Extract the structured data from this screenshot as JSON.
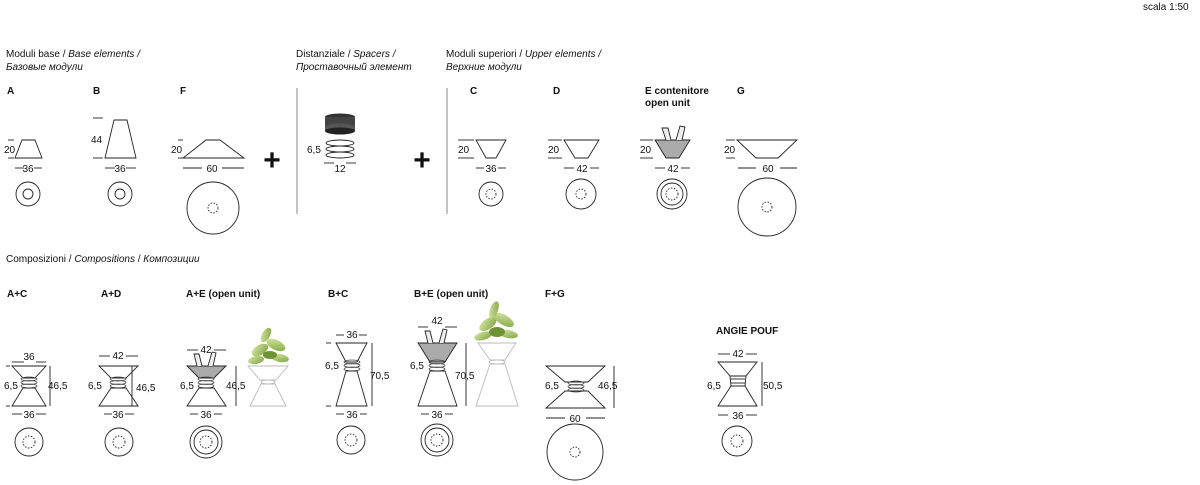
{
  "scale": "scala 1:50",
  "sections": {
    "base": {
      "prefix": "Moduli base / ",
      "en": "Base elements /",
      "ru": "Базовые модули"
    },
    "spacers": {
      "prefix": "Distanziale / ",
      "en": "Spacers /",
      "ru": "Проставочный элемент"
    },
    "upper": {
      "prefix": "Moduli superiori / ",
      "en": "Upper elements /",
      "ru": "Верхние модули"
    },
    "compositions": {
      "prefix": "Composizioni / ",
      "en": "Compositions",
      "mid": " / ",
      "ru": "Композиции"
    }
  },
  "base": [
    {
      "label": "A",
      "height": "20",
      "width": "36"
    },
    {
      "label": "B",
      "height": "44",
      "width": "36"
    },
    {
      "label": "F",
      "height": "20",
      "width": "60"
    }
  ],
  "spacer": {
    "height": "6,5",
    "width": "12"
  },
  "upper": [
    {
      "label": "C",
      "height": "20",
      "width": "36"
    },
    {
      "label": "D",
      "height": "20",
      "width": "42"
    },
    {
      "label": "E contenitore",
      "label2": "open unit",
      "height": "20",
      "width": "42"
    },
    {
      "label": "G",
      "height": "20",
      "width": "60"
    }
  ],
  "plus": "+",
  "compositions": [
    {
      "label": "A+C",
      "top": "36",
      "spacer": "6,5",
      "total": "46,5",
      "bottom": "36"
    },
    {
      "label": "A+D",
      "top": "42",
      "spacer": "6,5",
      "total": "46,5",
      "bottom": "36"
    },
    {
      "label": "A+E (open unit)",
      "top": "42",
      "spacer": "6,5",
      "total": "46,5",
      "bottom": "36"
    },
    {
      "label": "B+C",
      "top": "36",
      "spacer": "6,5",
      "total": "70,5",
      "bottom": "36"
    },
    {
      "label": "B+E (open unit)",
      "top": "42",
      "spacer": "6,5",
      "total": "70,5",
      "bottom": "36"
    },
    {
      "label": "F+G",
      "spacer": "6,5",
      "total": "46,5",
      "bottom": "60"
    },
    {
      "label": "ANGIE POUF",
      "top": "42",
      "spacer": "6,5",
      "total": "50,5",
      "bottom": "36"
    }
  ]
}
